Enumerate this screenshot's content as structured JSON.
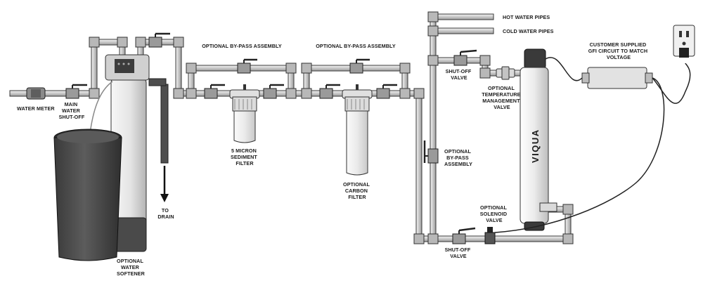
{
  "labels": {
    "water_meter": "WATER METER",
    "main_shutoff": [
      "MAIN",
      "WATER",
      "SHUT-OFF"
    ],
    "to_drain": [
      "TO",
      "DRAIN"
    ],
    "water_softener": [
      "OPTIONAL",
      "WATER",
      "SOFTENER"
    ],
    "bypass_assembly_1": "OPTIONAL BY-PASS ASSEMBLY",
    "bypass_assembly_2": "OPTIONAL BY-PASS ASSEMBLY",
    "sediment_filter": [
      "5 MICRON",
      "SEDIMENT",
      "FILTER"
    ],
    "carbon_filter": [
      "OPTIONAL",
      "CARBON",
      "FILTER"
    ],
    "hot_water_pipes": "HOT WATER PIPES",
    "cold_water_pipes": "COLD WATER PIPES",
    "shutoff_valve_top": [
      "SHUT-OFF",
      "VALVE"
    ],
    "temperature_valve": [
      "OPTIONAL",
      "TEMPERATURE",
      "MANAGEMENT",
      "VALVE"
    ],
    "bypass_assembly_vertical": [
      "OPTIONAL",
      "BY-PASS",
      "ASSEMBLY"
    ],
    "solenoid_valve": [
      "OPTIONAL",
      "SOLENOID",
      "VALVE"
    ],
    "shutoff_valve_bottom": [
      "SHUT-OFF",
      "VALVE"
    ],
    "gfi_circuit": [
      "CUSTOMER SUPPLIED",
      "GFI CIRCUIT TO MATCH",
      "VOLTAGE"
    ],
    "brand": "VIQUA"
  },
  "colors": {
    "pipe": "#cfcfcf",
    "pipe_stroke": "#3a3a3a",
    "dark": "#4a4a4a",
    "valve_handle": "#222222",
    "filter_housing": "#eeeeee",
    "uv_body": "#f2f2f2"
  }
}
